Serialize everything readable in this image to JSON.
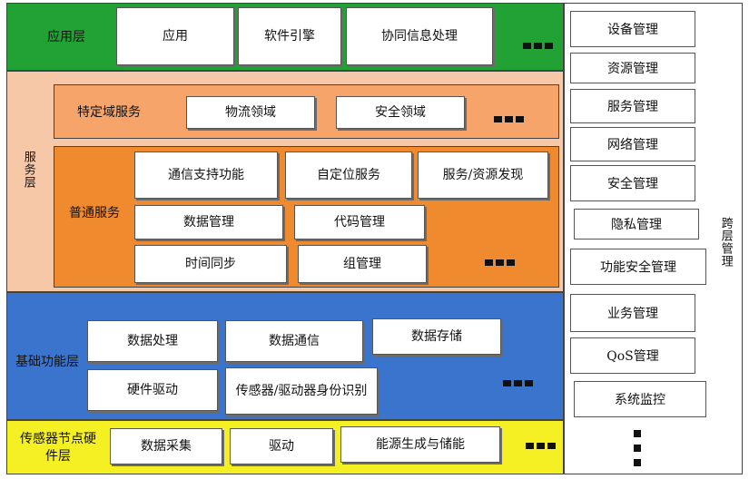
{
  "colors": {
    "app_layer": "#22a135",
    "service_layer": "#f7c8a8",
    "specific_domain": "#f6a46a",
    "general_service": "#ef8a2e",
    "base_layer": "#3a74cc",
    "hardware_layer": "#f5f023",
    "box_fill": "#ffffff"
  },
  "app_layer": {
    "label": "应用层",
    "items": [
      "应用",
      "软件引擎",
      "协同信息处理"
    ]
  },
  "service_layer": {
    "label": "服务层",
    "specific": {
      "label": "特定域服务",
      "items": [
        "物流领域",
        "安全领域"
      ]
    },
    "general": {
      "label": "普通服务",
      "items": [
        "通信支持功能",
        "自定位服务",
        "服务/资源发现",
        "数据管理",
        "代码管理",
        "时间同步",
        "组管理"
      ]
    }
  },
  "base_layer": {
    "label": "基础功能层",
    "items": [
      "数据处理",
      "数据通信",
      "数据存储",
      "硬件驱动",
      "传感器/驱动器身份识别"
    ]
  },
  "hardware_layer": {
    "label": "传感器节点硬件层",
    "items": [
      "数据采集",
      "驱动",
      "能源生成与储能"
    ]
  },
  "cross_layer": {
    "label": "跨层管理",
    "items": [
      "设备管理",
      "资源管理",
      "服务管理",
      "网络管理",
      "安全管理",
      "隐私管理",
      "功能安全管理",
      "业务管理",
      "QoS管理",
      "系统监控"
    ]
  }
}
